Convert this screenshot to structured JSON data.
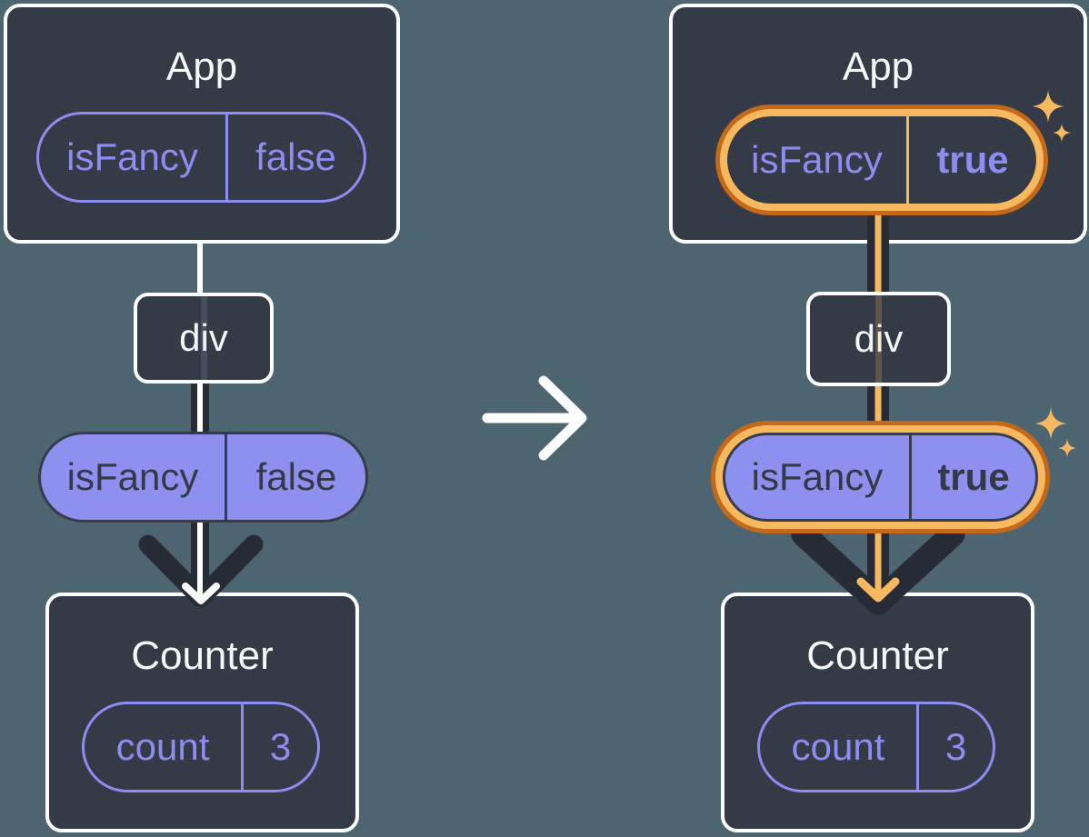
{
  "panels": {
    "before": {
      "app": {
        "title": "App",
        "pill": {
          "name": "isFancy",
          "value": "false"
        }
      },
      "div_node": {
        "label": "div"
      },
      "prop_pill": {
        "name": "isFancy",
        "value": "false"
      },
      "counter": {
        "title": "Counter",
        "pill": {
          "name": "count",
          "value": "3"
        }
      }
    },
    "after": {
      "app": {
        "title": "App",
        "pill": {
          "name": "isFancy",
          "value": "true"
        }
      },
      "div_node": {
        "label": "div"
      },
      "prop_pill": {
        "name": "isFancy",
        "value": "true"
      },
      "counter": {
        "title": "Counter",
        "pill": {
          "name": "count",
          "value": "3"
        }
      }
    }
  },
  "icons": {
    "sparkle_icon": "✦",
    "transition_arrow_icon": "→",
    "flow_arrow_icon": "↓"
  },
  "colors": {
    "background": "#4D6571",
    "card_fill": "#343A46",
    "card_border": "#FFFFFF",
    "accent_purple": "#8B8DF0",
    "pill_fill_purple": "#8E90F0",
    "pill_dark_text": "#333947",
    "connector_dark": "#262B36",
    "highlight_orange_dark": "#C4691A",
    "highlight_orange_light": "#F6B960",
    "title_text": "#F6F7F9"
  }
}
